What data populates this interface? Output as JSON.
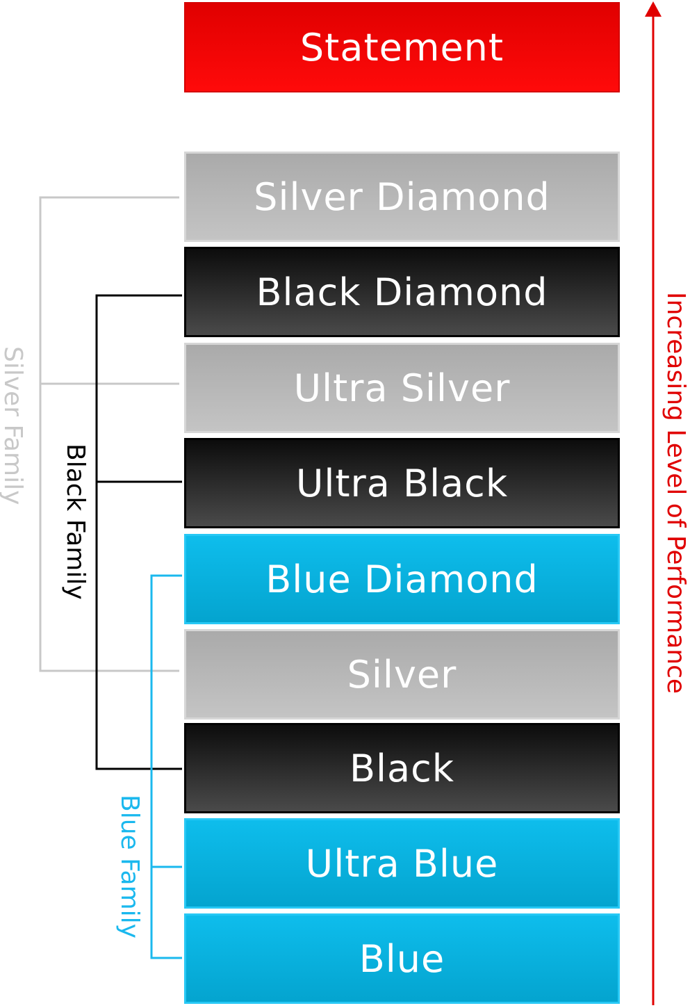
{
  "tiers": [
    {
      "label": "Statement",
      "family": "statement"
    },
    {
      "label": "Silver Diamond",
      "family": "silver"
    },
    {
      "label": "Black Diamond",
      "family": "black"
    },
    {
      "label": "Ultra Silver",
      "family": "silver"
    },
    {
      "label": "Ultra Black",
      "family": "black"
    },
    {
      "label": "Blue Diamond",
      "family": "blue"
    },
    {
      "label": "Silver",
      "family": "silver"
    },
    {
      "label": "Black",
      "family": "black"
    },
    {
      "label": "Ultra Blue",
      "family": "blue"
    },
    {
      "label": "Blue",
      "family": "blue"
    }
  ],
  "families": {
    "silver": {
      "label": "Silver Family",
      "color": "#c8c8c8"
    },
    "black": {
      "label": "Black Family",
      "color": "#000000"
    },
    "blue": {
      "label": "Blue Family",
      "color": "#1ab8ee"
    }
  },
  "axis": {
    "label": "Increasing Level of Performance",
    "color": "#e00000"
  }
}
